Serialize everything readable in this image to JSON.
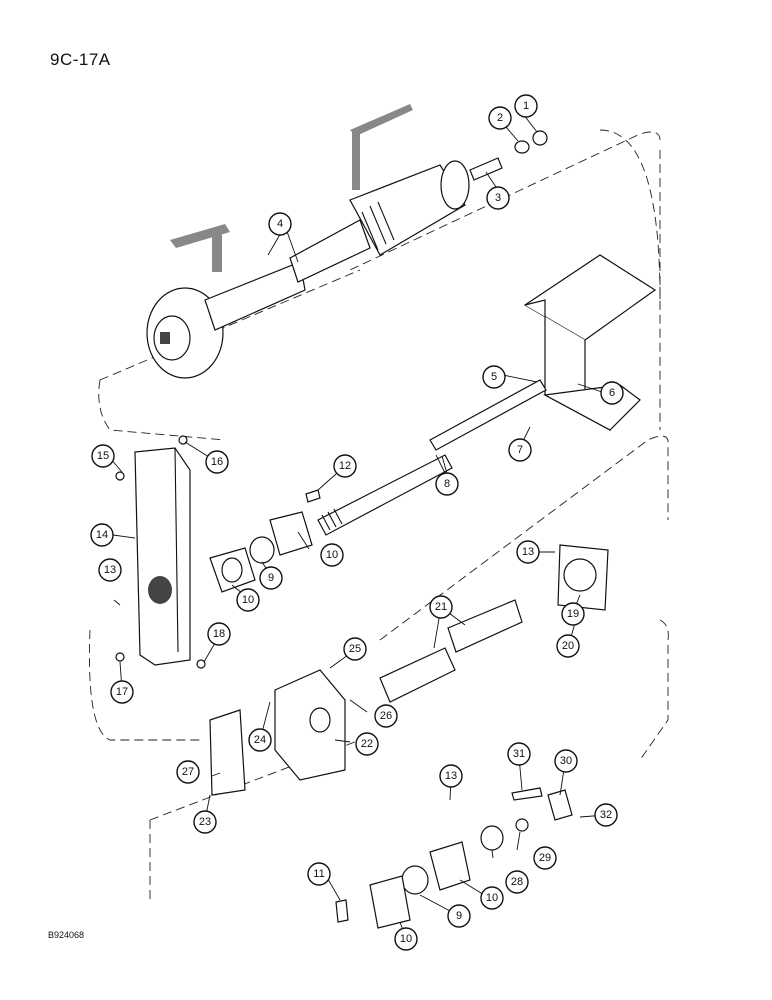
{
  "page_code": "9C-17A",
  "figure_code": "B924068",
  "callouts": [
    {
      "n": "1"
    },
    {
      "n": "2"
    },
    {
      "n": "3"
    },
    {
      "n": "4"
    },
    {
      "n": "5"
    },
    {
      "n": "6"
    },
    {
      "n": "7"
    },
    {
      "n": "8"
    },
    {
      "n": "9"
    },
    {
      "n": "9"
    },
    {
      "n": "10"
    },
    {
      "n": "10"
    },
    {
      "n": "10"
    },
    {
      "n": "10"
    },
    {
      "n": "11"
    },
    {
      "n": "12"
    },
    {
      "n": "13"
    },
    {
      "n": "13"
    },
    {
      "n": "13"
    },
    {
      "n": "14"
    },
    {
      "n": "15"
    },
    {
      "n": "16"
    },
    {
      "n": "17"
    },
    {
      "n": "18"
    },
    {
      "n": "19"
    },
    {
      "n": "20"
    },
    {
      "n": "21"
    },
    {
      "n": "22"
    },
    {
      "n": "23"
    },
    {
      "n": "24"
    },
    {
      "n": "25"
    },
    {
      "n": "26"
    },
    {
      "n": "27"
    },
    {
      "n": "28"
    },
    {
      "n": "29"
    },
    {
      "n": "30"
    },
    {
      "n": "31"
    },
    {
      "n": "32"
    }
  ]
}
